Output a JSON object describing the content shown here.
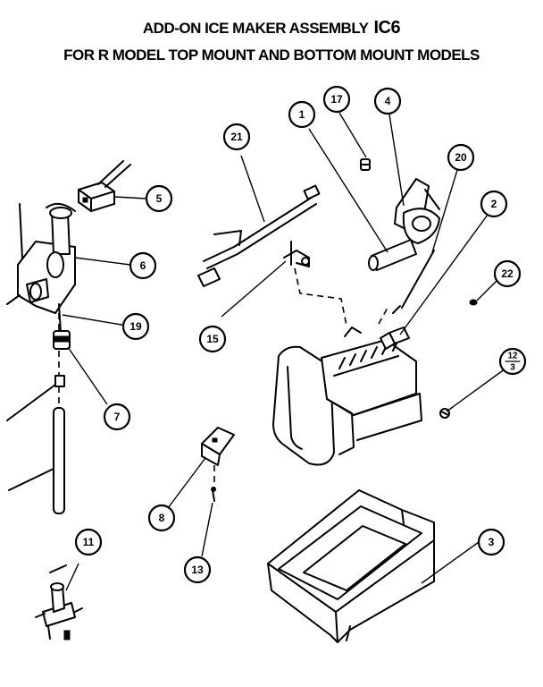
{
  "header": {
    "title_line1": "ADD-ON ICE MAKER ASSEMBLY",
    "title_code": "IC6",
    "title_line2": "FOR R MODEL TOP MOUNT AND BOTTOM MOUNT MODELS"
  },
  "callouts": [
    {
      "id": "c1",
      "label": "1"
    },
    {
      "id": "c2",
      "label": "2"
    },
    {
      "id": "c3",
      "label": "3"
    },
    {
      "id": "c4",
      "label": "4"
    },
    {
      "id": "c5",
      "label": "5"
    },
    {
      "id": "c6",
      "label": "6"
    },
    {
      "id": "c7",
      "label": "7"
    },
    {
      "id": "c8",
      "label": "8"
    },
    {
      "id": "c11",
      "label": "11"
    },
    {
      "id": "c12",
      "label_top": "12",
      "label_bottom": "3"
    },
    {
      "id": "c13",
      "label": "13"
    },
    {
      "id": "c15",
      "label": "15"
    },
    {
      "id": "c17",
      "label": "17"
    },
    {
      "id": "c19",
      "label": "19"
    },
    {
      "id": "c20",
      "label": "20"
    },
    {
      "id": "c21",
      "label": "21"
    },
    {
      "id": "c22",
      "label": "22"
    }
  ]
}
